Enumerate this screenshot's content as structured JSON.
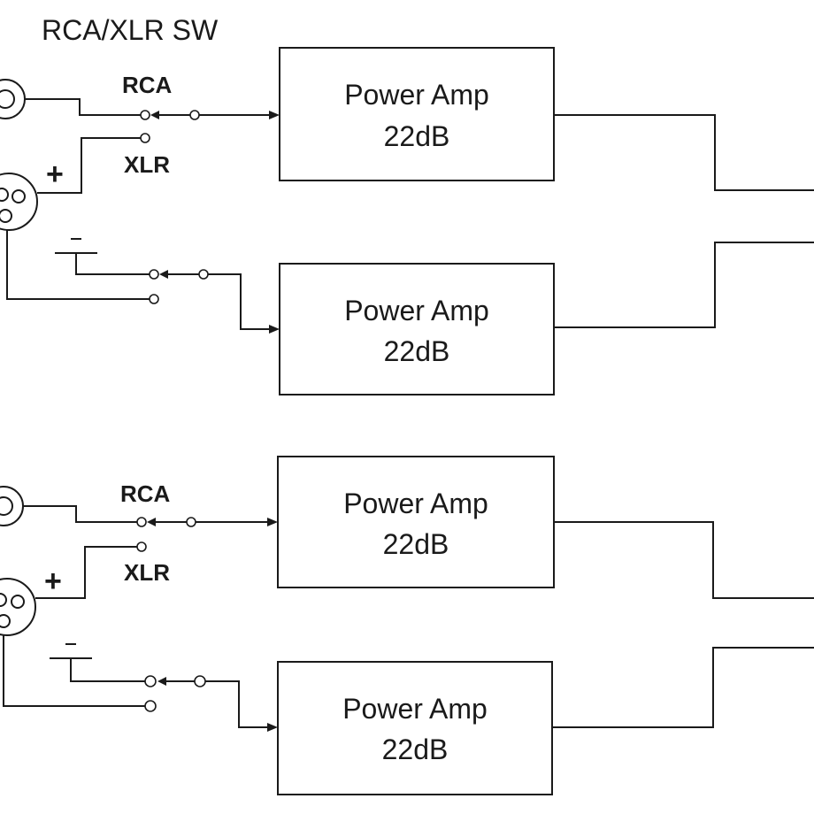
{
  "diagram": {
    "title": "RCA/XLR SW",
    "switch_labels": {
      "rca": "RCA",
      "xlr": "XLR",
      "positive": "+"
    },
    "amplifiers": [
      {
        "line1": "Power Amp",
        "line2": "22dB"
      },
      {
        "line1": "Power Amp",
        "line2": "22dB"
      },
      {
        "line1": "Power Amp",
        "line2": "22dB"
      },
      {
        "line1": "Power Amp",
        "line2": "22dB"
      }
    ]
  }
}
